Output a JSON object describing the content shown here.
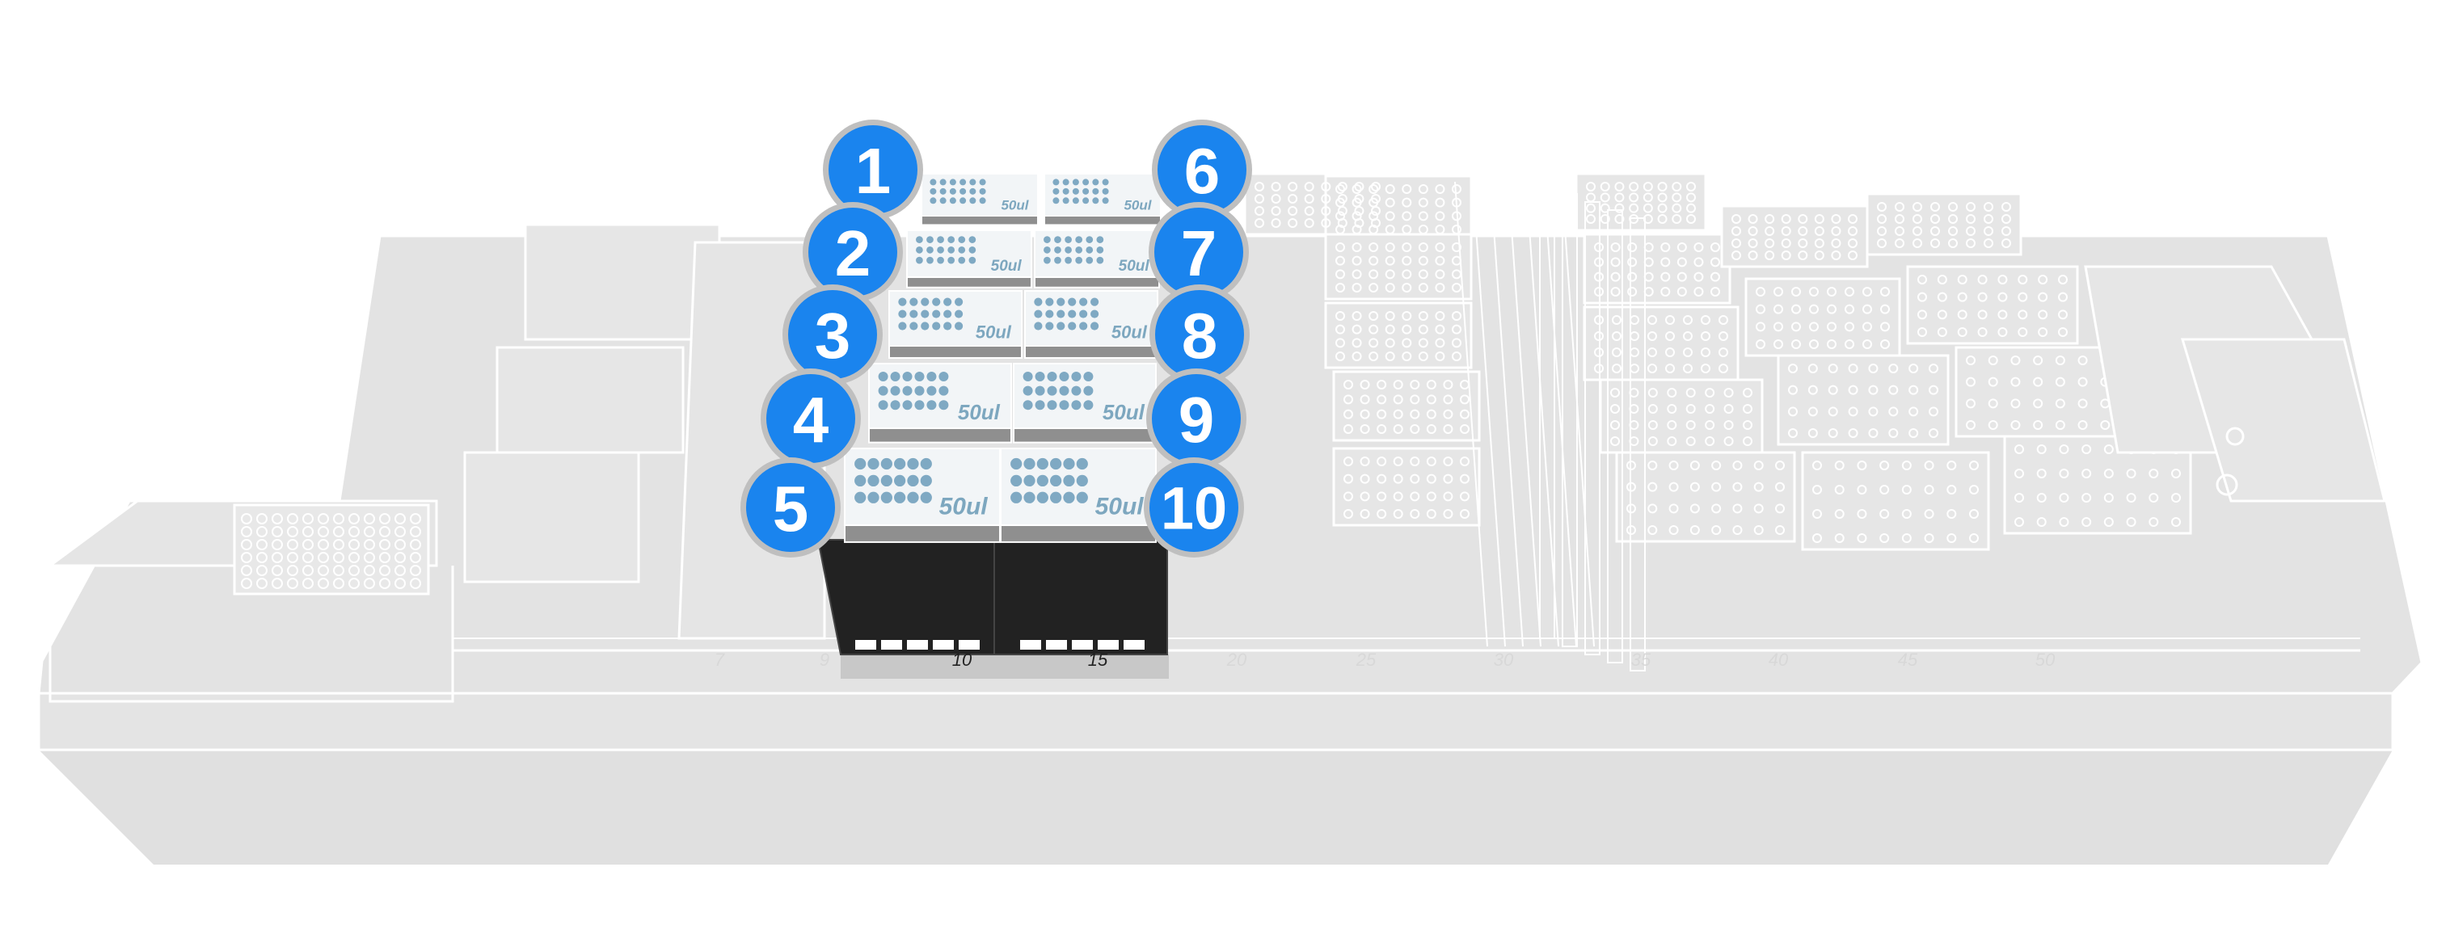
{
  "rack_label": "50ul",
  "carrier_grid_positions": [
    "10",
    "15"
  ],
  "background_grid_numbers": [
    "7",
    "9",
    "20",
    "25",
    "30",
    "35",
    "40",
    "45",
    "50"
  ],
  "rack_badges": {
    "left_column": [
      "1",
      "2",
      "3",
      "4",
      "5"
    ],
    "right_column": [
      "6",
      "7",
      "8",
      "9",
      "10"
    ]
  },
  "colors": {
    "badge_fill": "#1a84ee",
    "badge_ring": "#bfbfbf",
    "deck_fill": "#e3e3e3",
    "deck_outline": "#ffffff",
    "carrier_fill": "#222222",
    "rack_top": "#f2f5f7",
    "tip_dot": "#7fa9c3"
  }
}
